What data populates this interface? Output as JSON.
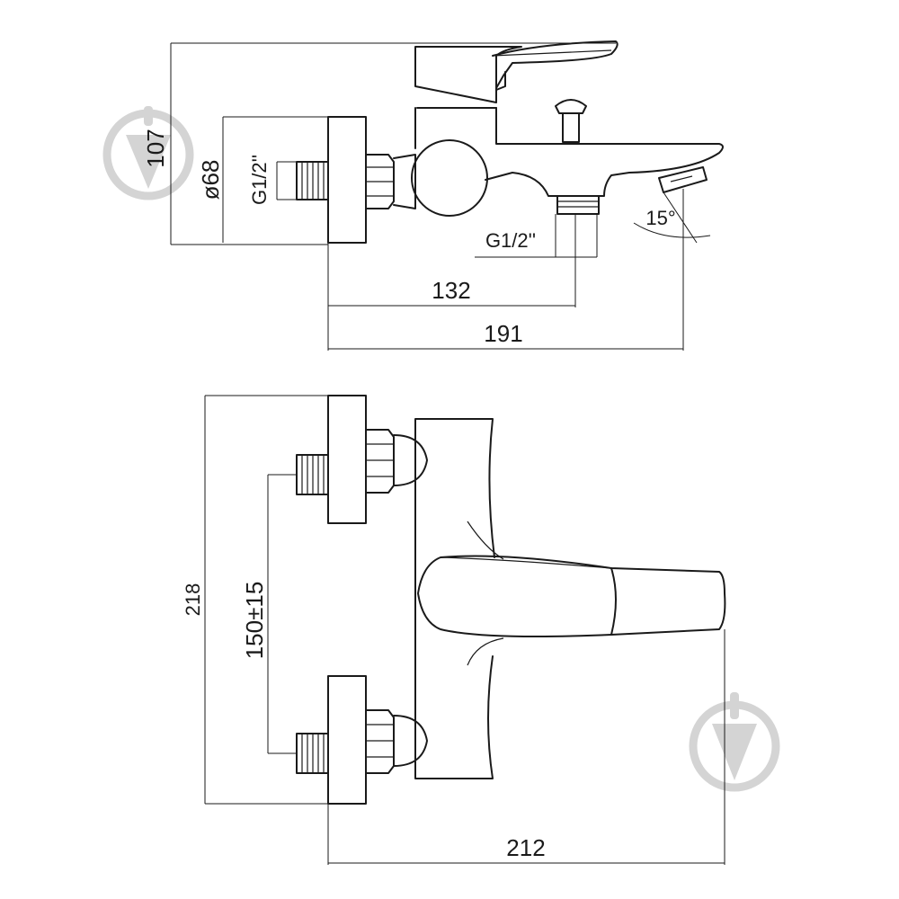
{
  "drawing": {
    "side_view": {
      "dimensions": {
        "height": "107",
        "diameter": "ø68",
        "thread_inlet": "G1/2''",
        "thread_outlet": "G1/2''",
        "length_outlet": "132",
        "length_total": "191",
        "spout_angle": "15°"
      }
    },
    "top_view": {
      "dimensions": {
        "width": "218",
        "center_distance": "150±15",
        "depth": "212"
      }
    },
    "watermark_icon": "drop-shield-icon"
  }
}
